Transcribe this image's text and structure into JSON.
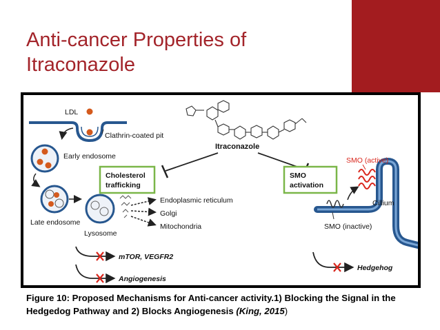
{
  "slide": {
    "title_line1": "Anti-cancer Properties of",
    "title_line2": "Itraconazole"
  },
  "colors": {
    "title": "#a3242a",
    "accent_block": "#a31c1f",
    "membrane_blue": "#27578f",
    "inhibit_red": "#d9261c",
    "box_green": "#7ab648"
  },
  "figure": {
    "ldl": "LDL",
    "clathrin_pit": "Clathrin-coated pit",
    "early_endosome": "Early endosome",
    "late_endosome": "Late endosome",
    "lysosome": "Lysosome",
    "cholesterol_line1": "Cholesterol",
    "cholesterol_line2": "trafficking",
    "er": "Endoplasmic reticulum",
    "golgi": "Golgi",
    "mitochondria": "Mitochondria",
    "itraconazole": "Itraconazole",
    "smo_box_line1": "SMO",
    "smo_box_line2": "activation",
    "smo_active": "SMO (active)",
    "smo_inactive": "SMO (inactive)",
    "cilium": "Cillium",
    "mtor": "mTOR, VEGFR2",
    "angiogenesis": "Angiogenesis",
    "hedgehog": "Hedgehog"
  },
  "caption": {
    "text": "Figure 10: Proposed Mechanisms for Anti-cancer activity.1) Blocking the Signal in the Hedgedog Pathway and 2) Blocks Angiogenesis ",
    "reference": "(King, 2015",
    "close": ")"
  }
}
